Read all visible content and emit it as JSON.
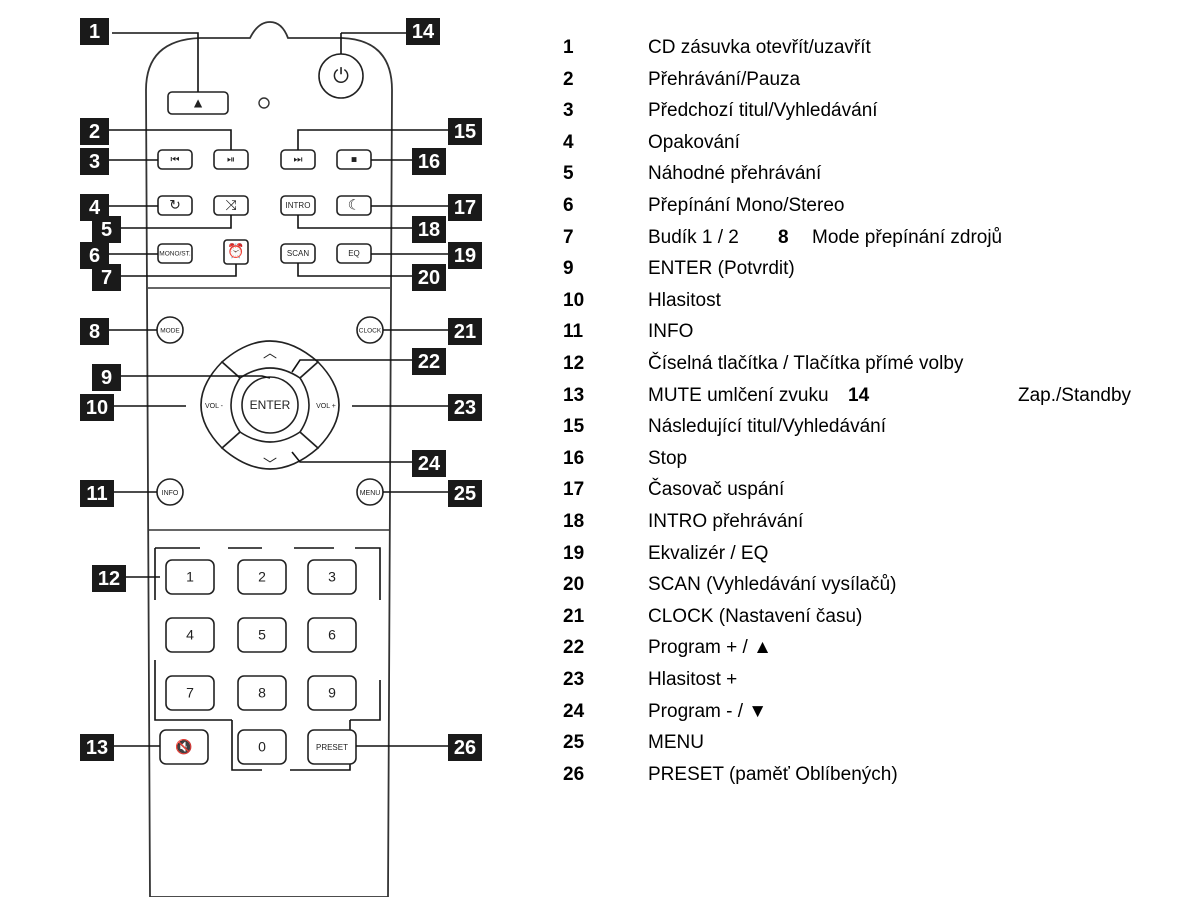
{
  "remote": {
    "buttons": {
      "eject": "▲",
      "power": "⏻",
      "prev": "⏮",
      "playpause": "⏯",
      "next": "⏭",
      "stop": "■",
      "repeat": "↻",
      "shuffle": "⤨",
      "intro": "INTRO",
      "sleep": "☾",
      "mono": "MONO/ST.",
      "alarm": "⏰",
      "scan": "SCAN",
      "eq": "EQ",
      "mode": "MODE",
      "clock": "CLOCK",
      "up": "︿",
      "down": "﹀",
      "vol_minus": "VOL -",
      "vol_plus": "VOL +",
      "enter": "ENTER",
      "info": "INFO",
      "menu": "MENU",
      "keys": [
        "1",
        "2",
        "3",
        "4",
        "5",
        "6",
        "7",
        "8",
        "9"
      ],
      "zero": "0",
      "mute": "🔇",
      "preset": "PRESET"
    },
    "callouts": [
      "1",
      "2",
      "3",
      "4",
      "5",
      "6",
      "7",
      "8",
      "9",
      "10",
      "11",
      "12",
      "13",
      "14",
      "15",
      "16",
      "17",
      "18",
      "19",
      "20",
      "21",
      "22",
      "23",
      "24",
      "25",
      "26"
    ]
  },
  "legend": [
    {
      "num": "1",
      "text": "CD zásuvka otevřít/uzavřít"
    },
    {
      "num": "2",
      "text": "Přehrávání/Pauza"
    },
    {
      "num": "3",
      "text": "Předchozí titul/Vyhledávání"
    },
    {
      "num": "4",
      "text": "Opakování"
    },
    {
      "num": "5",
      "text": "Náhodné přehrávání"
    },
    {
      "num": "6",
      "text": "Přepínání Mono/Stereo"
    },
    {
      "num": "7",
      "text": "Budík 1 / 2",
      "num2": "8",
      "text2": "Mode přepínání zdrojů"
    },
    {
      "num": "9",
      "text": "ENTER (Potvrdit)"
    },
    {
      "num": "10",
      "text": "Hlasitost"
    },
    {
      "num": "11",
      "text": "INFO"
    },
    {
      "num": "12",
      "text": "Číselná tlačítka / Tlačítka přímé volby"
    },
    {
      "num": "13",
      "text": "MUTE umlčení zvuku",
      "num2": "14",
      "text2": "Zap./Standby"
    },
    {
      "num": "15",
      "text": "Následující titul/Vyhledávání"
    },
    {
      "num": "16",
      "text": "Stop"
    },
    {
      "num": "17",
      "text": "Časovač uspání"
    },
    {
      "num": "18",
      "text": "INTRO přehrávání"
    },
    {
      "num": "19",
      "text": "Ekvalizér / EQ"
    },
    {
      "num": "20",
      "text": "SCAN (Vyhledávání vysílačů)"
    },
    {
      "num": "21",
      "text": "CLOCK (Nastavení času)"
    },
    {
      "num": "22",
      "text": "Program + / ▲"
    },
    {
      "num": "23",
      "text": "Hlasitost +"
    },
    {
      "num": "24",
      "text": "Program - / ▼"
    },
    {
      "num": "25",
      "text": "MENU"
    },
    {
      "num": "26",
      "text": "PRESET (paměť Oblíbených)"
    }
  ]
}
